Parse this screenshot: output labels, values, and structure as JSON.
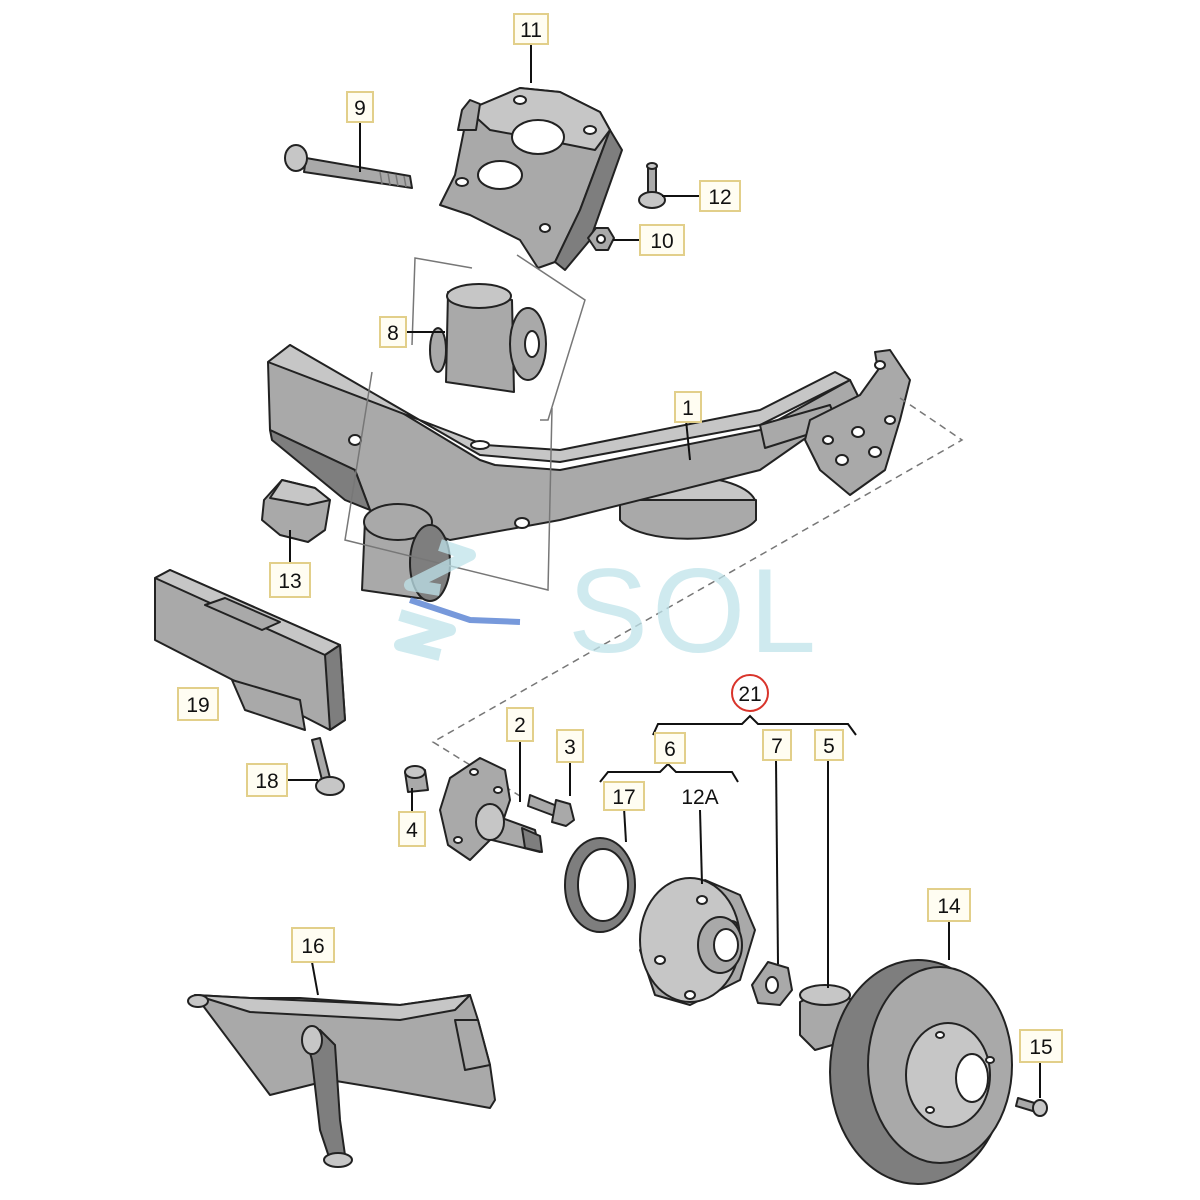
{
  "labels": {
    "l1": "1",
    "l2": "2",
    "l3": "3",
    "l4": "4",
    "l5": "5",
    "l6": "6",
    "l7": "7",
    "l8": "8",
    "l9": "9",
    "l10": "10",
    "l11": "11",
    "l12": "12",
    "l12a": "12A",
    "l13": "13",
    "l14": "14",
    "l15": "15",
    "l16": "16",
    "l17": "17",
    "l18": "18",
    "l19": "19",
    "l21": "21"
  },
  "watermark": {
    "text": "SOL",
    "color": "#bfe3ea"
  },
  "colors": {
    "part_fill": "#a9a9a9",
    "label_box": "#fffdf2",
    "label_border": "#e2cf8a",
    "highlight": "#d9342b"
  }
}
